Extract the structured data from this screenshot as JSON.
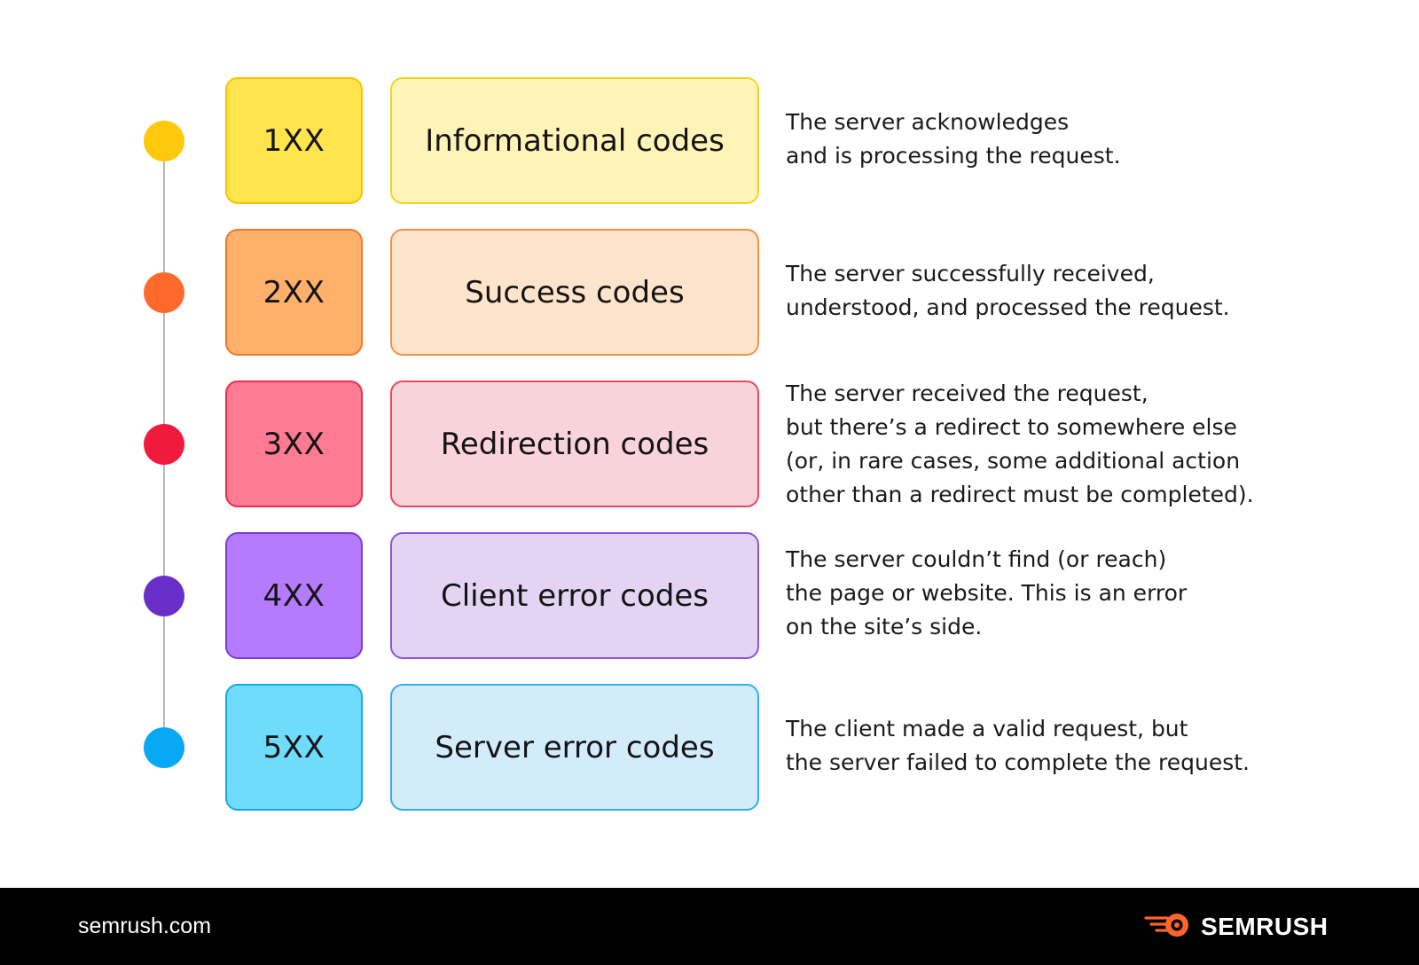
{
  "rows": [
    {
      "code": "1XX",
      "name": "Informational codes",
      "description": [
        "The server acknowledges",
        "and is processing the request."
      ],
      "colors": {
        "dot": "#ffc80a",
        "code_fill": "#ffe44d",
        "code_border": "#f5c400",
        "name_fill": "#fff4b8",
        "name_border": "#f5d320"
      }
    },
    {
      "code": "2XX",
      "name": "Success codes",
      "description": [
        "The server successfully received,",
        "understood, and processed the request."
      ],
      "colors": {
        "dot": "#ff6a2c",
        "code_fill": "#ffb06b",
        "code_border": "#f07a2c",
        "name_fill": "#ffe4cc",
        "name_border": "#f29346"
      }
    },
    {
      "code": "3XX",
      "name": "Redirection codes",
      "description": [
        "The server received the request,",
        "but there’s a redirect to somewhere else",
        "(or, in rare cases, some additional action",
        "other than a redirect must be completed)."
      ],
      "colors": {
        "dot": "#f01b3c",
        "code_fill": "#ff7a93",
        "code_border": "#e8304f",
        "name_fill": "#f9d3da",
        "name_border": "#ea4664"
      }
    },
    {
      "code": "4XX",
      "name": "Client error codes",
      "description": [
        "The server couldn’t find (or reach)",
        "the page or website. This is an error",
        "on the site’s side."
      ],
      "colors": {
        "dot": "#6b2fc9",
        "code_fill": "#b47bff",
        "code_border": "#7a3dd6",
        "name_fill": "#e3d4f3",
        "name_border": "#8b55d8"
      }
    },
    {
      "code": "5XX",
      "name": "Server error codes",
      "description": [
        "The client made a valid request, but",
        "the server failed to complete the request."
      ],
      "colors": {
        "dot": "#08a8f5",
        "code_fill": "#6fdcfb",
        "code_border": "#1aa8e6",
        "name_fill": "#d2ecfb",
        "name_border": "#34aee8"
      }
    }
  ],
  "footer": {
    "url": "semrush.com",
    "brand": "SEMRUSH",
    "brand_icon": "semrush-flame-icon",
    "brand_color": "#ff642d"
  }
}
